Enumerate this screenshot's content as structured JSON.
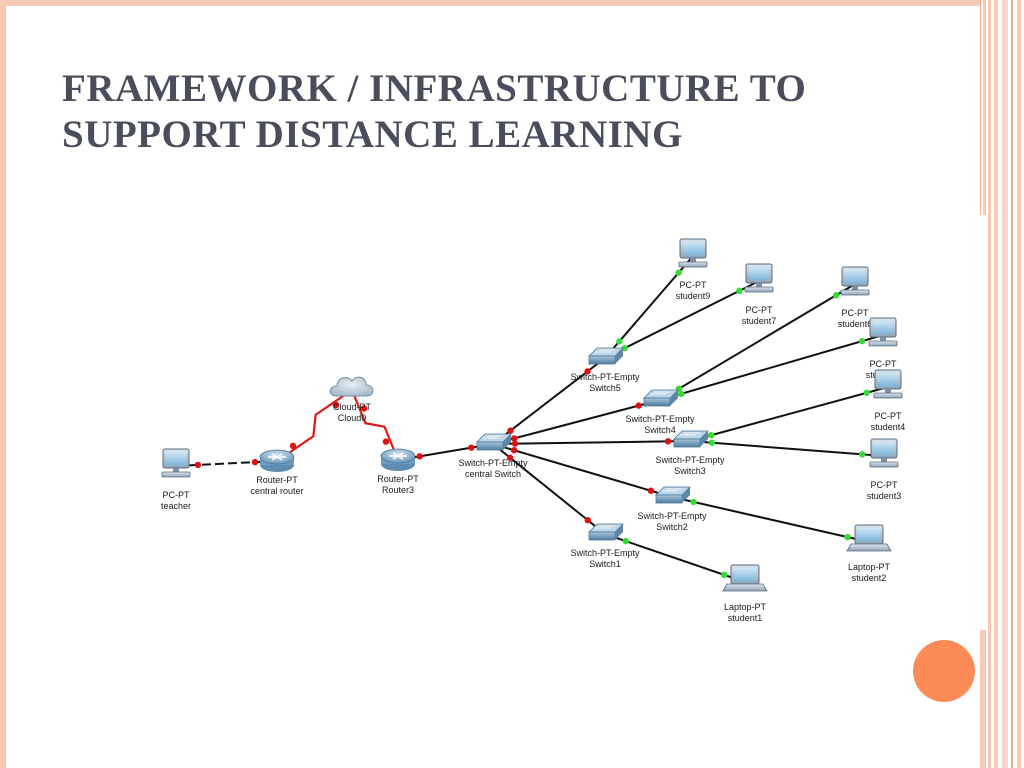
{
  "slide": {
    "title_line1": "FRAMEWORK / INFRASTRUCTURE  TO",
    "title_line2": "SUPPORT DISTANCE LEARNING"
  },
  "theme": {
    "accent": "#fd8b58",
    "border": "#f6c9b7",
    "title_color": "#4a4d5c"
  },
  "diagram": {
    "nodes": {
      "teacher": {
        "type": "PC-PT",
        "name": "teacher",
        "icon": "pc-icon"
      },
      "central_router": {
        "type": "Router-PT",
        "name": "central router",
        "icon": "router-icon"
      },
      "cloud": {
        "type": "Cloud-PT",
        "name": "Cloud0",
        "icon": "cloud-icon"
      },
      "router3": {
        "type": "Router-PT",
        "name": "Router3",
        "icon": "router-icon"
      },
      "central_switch": {
        "type": "Switch-PT-Empty",
        "name": "central Switch",
        "icon": "switch-icon"
      },
      "switch5": {
        "type": "Switch-PT-Empty",
        "name": "Switch5",
        "icon": "switch-icon"
      },
      "switch4": {
        "type": "Switch-PT-Empty",
        "name": "Switch4",
        "icon": "switch-icon"
      },
      "switch3": {
        "type": "Switch-PT-Empty",
        "name": "Switch3",
        "icon": "switch-icon"
      },
      "switch2": {
        "type": "Switch-PT-Empty",
        "name": "Switch2",
        "icon": "switch-icon"
      },
      "switch1": {
        "type": "Switch-PT-Empty",
        "name": "Switch1",
        "icon": "switch-icon"
      },
      "student9": {
        "type": "PC-PT",
        "name": "student9",
        "icon": "pc-icon"
      },
      "student7": {
        "type": "PC-PT",
        "name": "student7",
        "icon": "pc-icon"
      },
      "student6": {
        "type": "PC-PT",
        "name": "student6",
        "icon": "pc-icon"
      },
      "student5": {
        "type": "PC-PT",
        "name": "student5",
        "icon": "pc-icon"
      },
      "student4": {
        "type": "PC-PT",
        "name": "student4",
        "icon": "pc-icon"
      },
      "student3": {
        "type": "PC-PT",
        "name": "student3",
        "icon": "pc-icon"
      },
      "student2": {
        "type": "Laptop-PT",
        "name": "student2",
        "icon": "laptop-icon"
      },
      "student1": {
        "type": "Laptop-PT",
        "name": "student1",
        "icon": "laptop-icon"
      }
    },
    "links": [
      {
        "from": "teacher",
        "to": "central_router",
        "style": "dashed",
        "status": "down"
      },
      {
        "from": "central_router",
        "to": "cloud",
        "style": "serial",
        "status": "down"
      },
      {
        "from": "cloud",
        "to": "router3",
        "style": "serial",
        "status": "down"
      },
      {
        "from": "router3",
        "to": "central_switch",
        "style": "solid",
        "status": "down"
      },
      {
        "from": "central_switch",
        "to": "switch5",
        "style": "solid",
        "status": "down"
      },
      {
        "from": "central_switch",
        "to": "switch4",
        "style": "solid",
        "status": "down"
      },
      {
        "from": "central_switch",
        "to": "switch3",
        "style": "solid",
        "status": "down"
      },
      {
        "from": "central_switch",
        "to": "switch2",
        "style": "solid",
        "status": "down"
      },
      {
        "from": "central_switch",
        "to": "switch1",
        "style": "solid",
        "status": "down"
      },
      {
        "from": "switch5",
        "to": "student9",
        "style": "solid",
        "status": "up"
      },
      {
        "from": "switch5",
        "to": "student7",
        "style": "solid",
        "status": "up"
      },
      {
        "from": "switch4",
        "to": "student6",
        "style": "solid",
        "status": "up"
      },
      {
        "from": "switch4",
        "to": "student5",
        "style": "solid",
        "status": "up"
      },
      {
        "from": "switch3",
        "to": "student4",
        "style": "solid",
        "status": "up"
      },
      {
        "from": "switch3",
        "to": "student3",
        "style": "solid",
        "status": "up"
      },
      {
        "from": "switch2",
        "to": "student2",
        "style": "solid",
        "status": "up"
      },
      {
        "from": "switch1",
        "to": "student1",
        "style": "solid",
        "status": "up"
      }
    ],
    "link_colors": {
      "up": "#33dd33",
      "down": "#dd1111",
      "cable": "#111111",
      "serial": "#e01818"
    }
  }
}
